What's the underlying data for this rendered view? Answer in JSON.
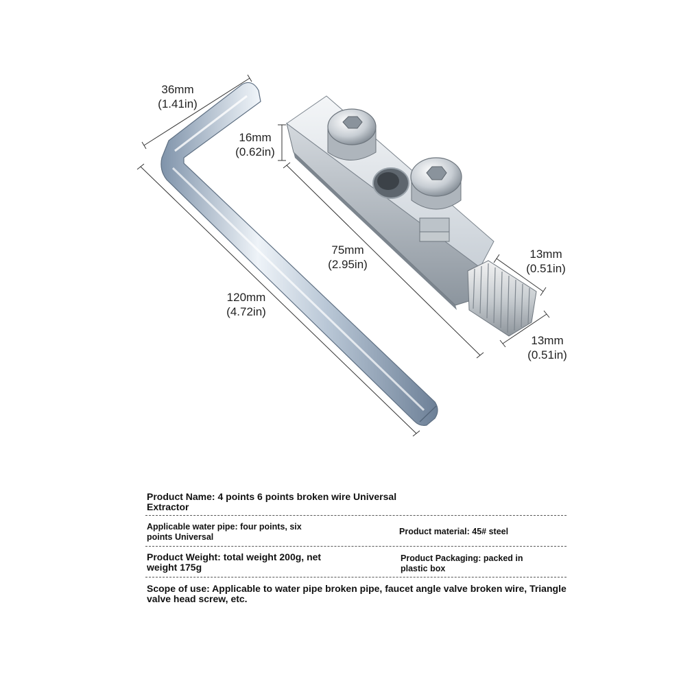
{
  "dimensions": {
    "wrench_short_leg": {
      "mm": "36mm",
      "in": "(1.41in)"
    },
    "wrench_long_leg": {
      "mm": "120mm",
      "in": "(4.72in)"
    },
    "body_height": {
      "mm": "16mm",
      "in": "(0.62in)"
    },
    "body_length": {
      "mm": "75mm",
      "in": "(2.95in)"
    },
    "tip_length": {
      "mm": "13mm",
      "in": "(0.51in)"
    },
    "tip_width": {
      "mm": "13mm",
      "in": "(0.51in)"
    }
  },
  "specs": {
    "product_name": "Product Name: 4 points 6 points broken wire Universal Extractor",
    "applicable_pipe": "Applicable water pipe: four points, six points Universal",
    "material": "Product material: 45# steel",
    "weight": "Product Weight: total weight 200g, net weight 175g",
    "packaging": "Product Packaging: packed in plastic box",
    "scope": "Scope of use: Applicable to water pipe broken pipe, faucet angle valve broken wire, Triangle valve head screw, etc."
  },
  "colors": {
    "metal_light": "#e8edf2",
    "metal_mid": "#b8c2cc",
    "metal_dark": "#7d8894",
    "wrench_blue": "#9fb3c8"
  }
}
